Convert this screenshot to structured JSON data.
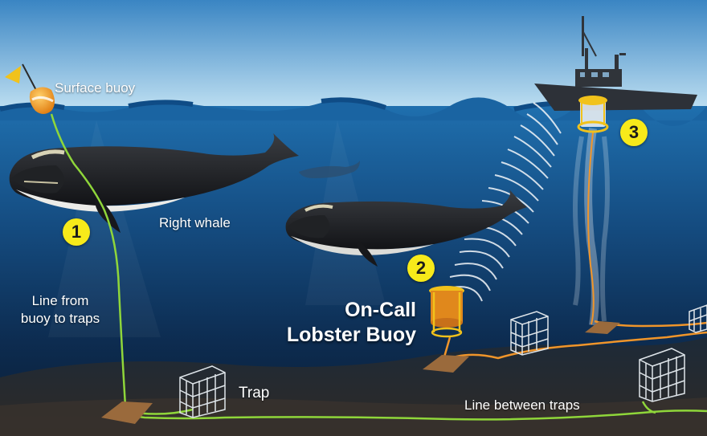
{
  "labels": {
    "surface_buoy": "Surface buoy",
    "right_whale": "Right whale",
    "line_from_buoy": [
      "Line from",
      "buoy to traps"
    ],
    "trap": "Trap",
    "on_call_lobster_buoy": [
      "On-Call",
      "Lobster Buoy"
    ],
    "line_between_traps": "Line between traps"
  },
  "steps": [
    "1",
    "2",
    "3"
  ],
  "colors": {
    "sky_top": "#3b86c4",
    "sky_bottom": "#bfe0f2",
    "ocean_surface": "#1f6aa8",
    "ocean_deep": "#0a1f3a",
    "seafloor": "#2e2a28",
    "green_line": "#8fd63a",
    "orange_line": "#f0952a",
    "badge_yellow": "#f7ea1a",
    "buoy_orange": "#f08a1c"
  }
}
